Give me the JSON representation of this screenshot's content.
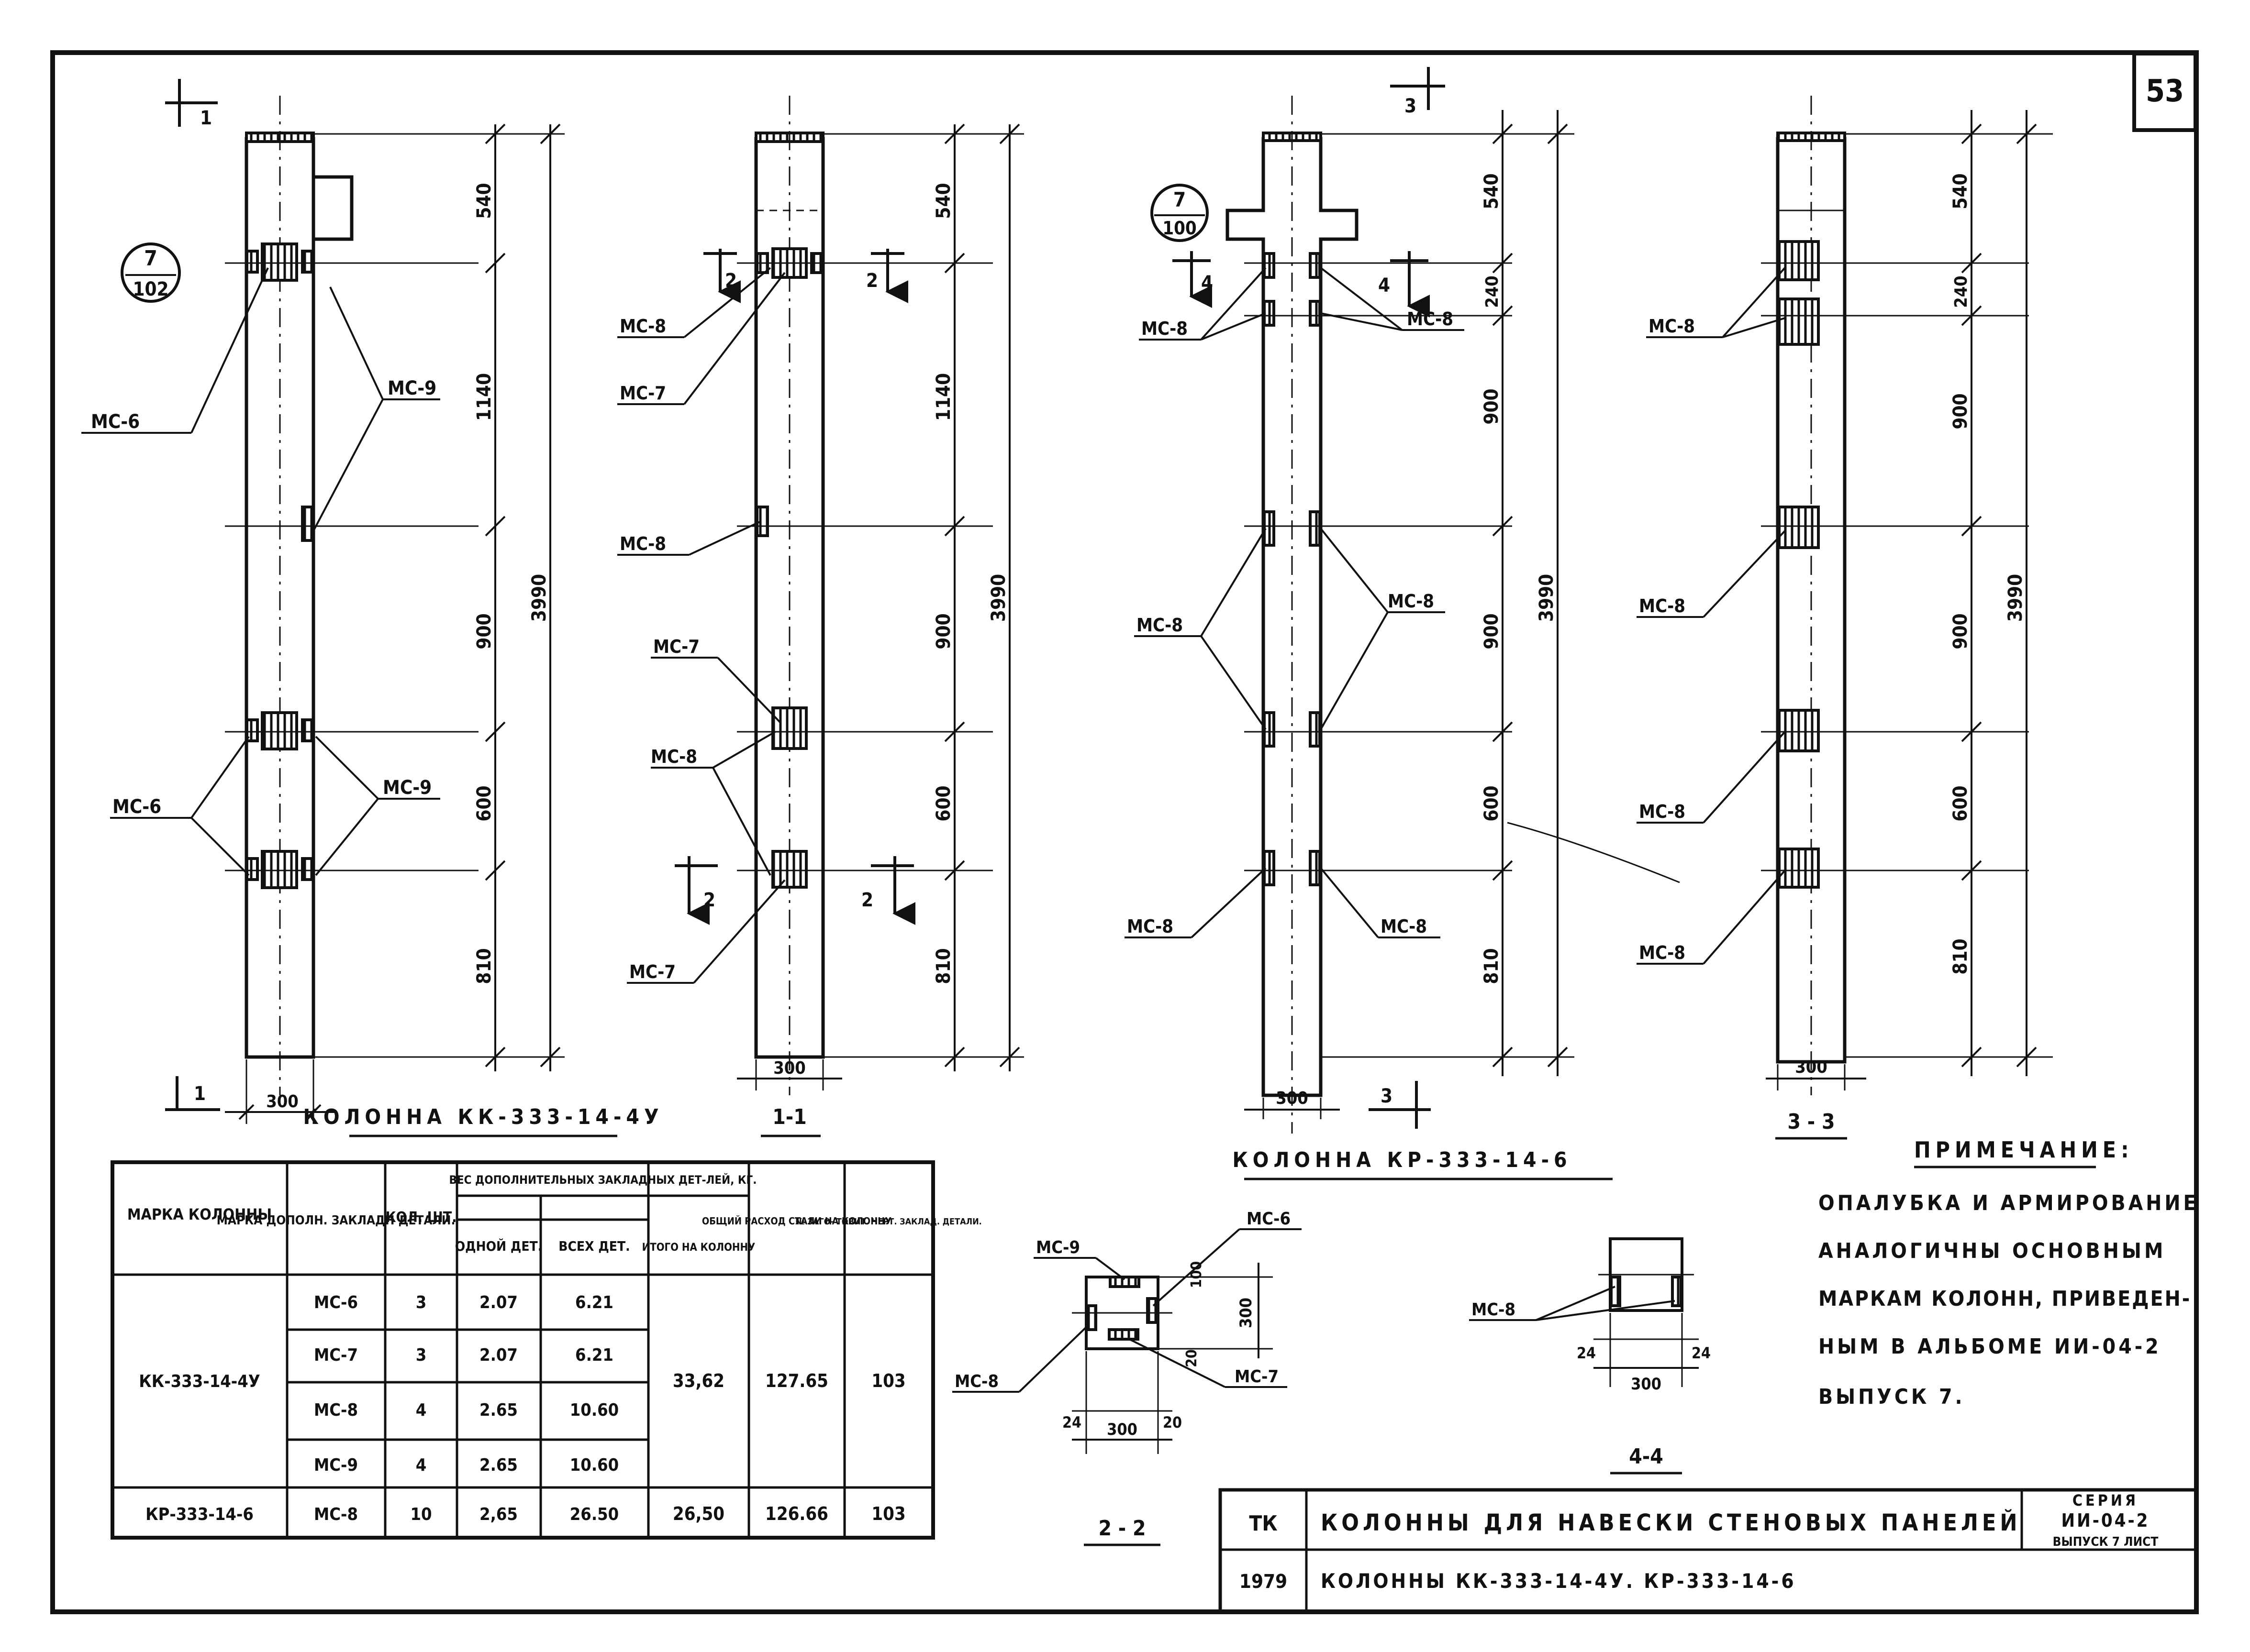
{
  "sheet": {
    "page_number": "53",
    "section_marks": {
      "s1": "1",
      "s2": "2",
      "s3": "3",
      "s4": "4"
    },
    "section_titles": {
      "s11": "1-1",
      "s22": "2 - 2",
      "s33": "3 - 3",
      "s44": "4-4"
    }
  },
  "column_a": {
    "title": "КОЛОННА КК-333-14-4У",
    "callout_num": "7",
    "callout_den": "102",
    "labels": {
      "mc6": "МС-6",
      "mc9": "МС-9",
      "mc7": "МС-7",
      "mc8": "МС-8"
    },
    "dims": {
      "d540": "540",
      "d1140": "1140",
      "d900": "900",
      "d600": "600",
      "d810": "810",
      "total": "3990",
      "width": "300"
    }
  },
  "column_b": {
    "title": "КОЛОННА КР-333-14-6",
    "callout_num": "7",
    "callout_den": "100",
    "labels": {
      "mc8": "МС-8"
    },
    "dims": {
      "d540": "540",
      "d240": "240",
      "d900": "900",
      "d600": "600",
      "d810": "810",
      "total": "3990",
      "width": "300"
    }
  },
  "table": {
    "headers": {
      "mark": "МАРКА КОЛОННЫ",
      "detail": "МАРКА ДОПОЛН. ЗАКЛАДН ДЕТАЛИ.",
      "qty": "КОЛ. ШТ.",
      "weight": "ВЕС ДОПОЛНИТЕЛЬНЫХ ЗАКЛАДНЫХ ДЕТ-ЛЕЙ, КГ.",
      "one": "ОДНОЙ ДЕТ.",
      "all": "ВСЕХ ДЕТ.",
      "total": "ИТОГО НА КОЛОННУ",
      "steel": "ОБЩИЙ РАСХОД СТАЛИ НА КОЛОННУ",
      "drawing": "№ ЗАГО- ТОВИТ. ЧЕРТ. ЗАКЛАД. ДЕТАЛИ."
    },
    "group1": {
      "mark": "КК-333-14-4У",
      "total": "33,62",
      "steel": "127.65",
      "drawing": "103",
      "rows": [
        {
          "detail": "МС-6",
          "qty": "3",
          "one": "2.07",
          "all": "6.21"
        },
        {
          "detail": "МС-7",
          "qty": "3",
          "one": "2.07",
          "all": "6.21"
        },
        {
          "detail": "МС-8",
          "qty": "4",
          "one": "2.65",
          "all": "10.60"
        },
        {
          "detail": "МС-9",
          "qty": "4",
          "one": "2.65",
          "all": "10.60"
        }
      ]
    },
    "group2": {
      "mark": "КР-333-14-6",
      "detail": "МС-8",
      "qty": "10",
      "one": "2,65",
      "all": "26.50",
      "total": "26,50",
      "steel": "126.66",
      "drawing": "103"
    }
  },
  "sections": {
    "s22": {
      "mc9": "МС-9",
      "mc6": "МС-6",
      "mc8": "МС-8",
      "mc7": "МС-7",
      "d100": "100",
      "d300": "300",
      "d20a": "20",
      "d24": "24",
      "d20b": "20",
      "width": "300"
    },
    "s44": {
      "mc8": "МС-8",
      "d24a": "24",
      "d24b": "24",
      "width": "300"
    }
  },
  "note": {
    "title": "ПРИМЕЧАНИЕ:",
    "lines": [
      "ОПАЛУБКА И АРМИРОВАНИЕ",
      "АНАЛОГИЧНЫ ОСНОВНЫМ",
      "МАРКАМ КОЛОНН, ПРИВЕДЕН-",
      "НЫМ В АЛЬБОМЕ ИИ-04-2",
      "ВЫПУСК 7."
    ]
  },
  "title_block": {
    "org": "ТК",
    "year": "1979",
    "title1": "КОЛОННЫ ДЛЯ НАВЕСКИ СТЕНОВЫХ ПАНЕЛЕЙ",
    "title2": "КОЛОННЫ КК-333-14-4У. КР-333-14-6",
    "series_label": "СЕРИЯ",
    "series": "ИИ-04-2",
    "issue": "ВЫПУСК 7 ЛИСТ"
  }
}
